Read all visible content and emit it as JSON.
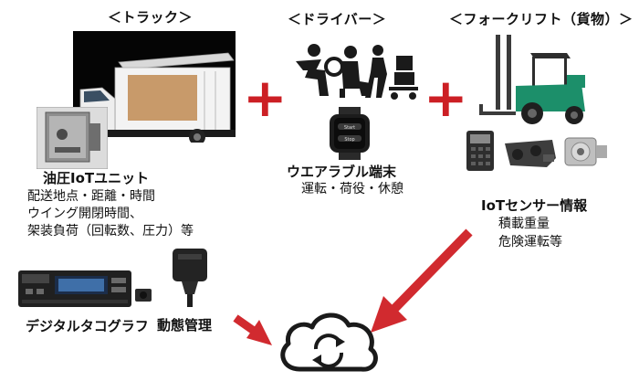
{
  "headers": {
    "truck": "＜トラック＞",
    "driver": "＜ドライバー＞",
    "forklift": "＜フォークリフト（貨物）＞"
  },
  "truck": {
    "unit_title": "油圧IoTユニット",
    "details": [
      "配送地点・距離・時間",
      "ウイング開閉時間、",
      "架装負荷（回転数、圧力）等"
    ]
  },
  "driver": {
    "device_title": "ウエアラブル端末",
    "activities": "運転・荷役・休憩",
    "watch_buttons": [
      "Start",
      "Stop"
    ]
  },
  "forklift": {
    "sensor_title": "IoTセンサー情報",
    "details": [
      "積載重量",
      "危険運転等"
    ]
  },
  "bottom": {
    "tachograph": "デジタルタコグラフ",
    "dynamics": "動態管理"
  },
  "colors": {
    "accent": "#cc1f24",
    "arrow": "#d12a2f",
    "icon": "#1a1a1a",
    "forklift_body": "#1c8f6a"
  },
  "icons": [
    "truck-image",
    "hydraulic-unit-image",
    "driver-icons",
    "smartwatch-image",
    "forklift-image",
    "sensor-parts-image",
    "tachograph-image",
    "gps-device-image",
    "cloud-sync-icon"
  ]
}
